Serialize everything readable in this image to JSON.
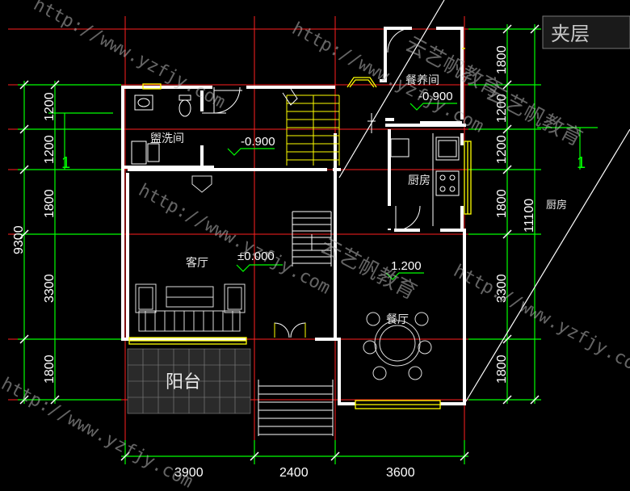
{
  "title_block": "夹层",
  "dimensions": {
    "left_total": "9300",
    "left_segments": [
      "1200",
      "1200",
      "1800",
      "3300",
      "1800"
    ],
    "right_total": "11100",
    "right_segments": [
      "1800",
      "1200",
      "1200",
      "1800",
      "3300",
      "1800"
    ],
    "bottom_segments": [
      "3900",
      "2400",
      "3600"
    ]
  },
  "section_markers": [
    "1",
    "1"
  ],
  "rooms": {
    "washroom": "盥洗间",
    "living_room": "客厅",
    "balcony": "阳台",
    "utility_room": "餐养间",
    "kitchen": "厨房",
    "kitchen_outside": "厨房",
    "dining": "餐厅"
  },
  "elevations": {
    "washroom": "-0.900",
    "utility": "-0.900",
    "living": "±0.000",
    "dining": "1.200"
  },
  "watermarks": {
    "url": "http://www.yzfjy.com",
    "brand": "云艺帆教育"
  },
  "colors": {
    "background": "#000000",
    "wall": "#ffffff",
    "dimension_line": "#00ff00",
    "axis_line": "#ff2020",
    "fixture": "#ffff00",
    "furniture": "#dddddd"
  }
}
